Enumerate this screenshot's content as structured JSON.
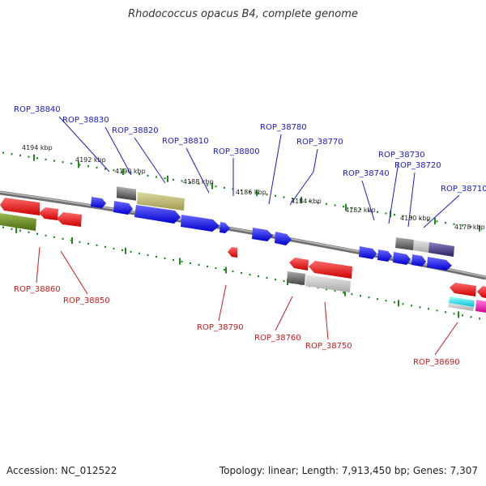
{
  "title": "Rhodococcus opacus B4, complete genome",
  "footer": {
    "accession": "Accession: NC_012522",
    "summary": "Topology: linear; Length: 7,913,450 bp; Genes: 7,307"
  },
  "colors": {
    "forward_label": "#1a1acc",
    "reverse_label": "#cc1a1a",
    "backbone": "#8a8a8a",
    "dots": "#1f8a1f"
  },
  "ticks": [
    "4194 kbp",
    "4192 kbp",
    "4190 kbp",
    "4188 kbp",
    "4186 kbp",
    "4184 kbp",
    "4182 kbp",
    "4180 kbp",
    "4178 kbp"
  ],
  "forward_labels": [
    "ROP_38840",
    "ROP_38830",
    "ROP_38820",
    "ROP_38810",
    "ROP_38800",
    "ROP_38780",
    "ROP_38770",
    "ROP_38740",
    "ROP_38730",
    "ROP_38720",
    "ROP_38710"
  ],
  "reverse_labels": [
    "ROP_38860",
    "ROP_38850",
    "ROP_38790",
    "ROP_38760",
    "ROP_38750",
    "ROP_38690"
  ]
}
